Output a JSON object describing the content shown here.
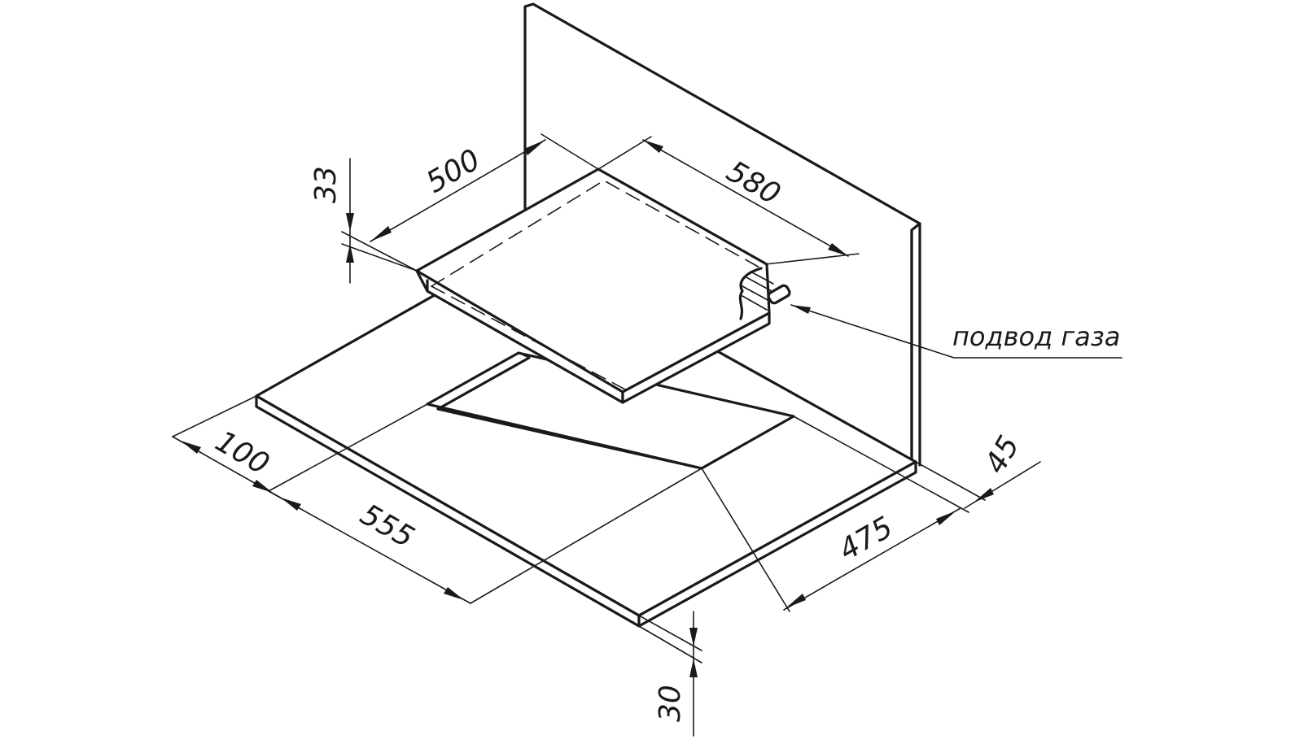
{
  "drawing": {
    "dimensions": {
      "hob_depth": "500",
      "hob_width": "580",
      "hob_height": "33",
      "front_offset": "100",
      "cutout_width": "555",
      "cutout_depth": "475",
      "wall_offset": "45",
      "countertop_thickness": "30"
    },
    "callout": {
      "gas_inlet": "подвод газа"
    }
  }
}
